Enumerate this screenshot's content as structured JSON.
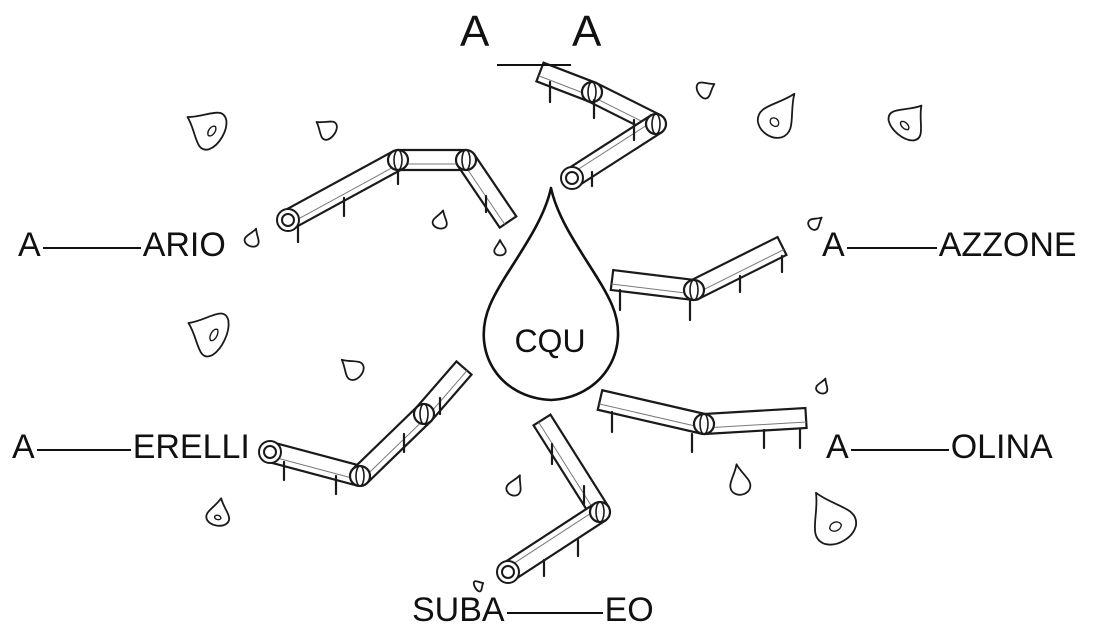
{
  "center": {
    "label": "CQU"
  },
  "top": {
    "left": "A",
    "right": "A"
  },
  "labels": {
    "upper_left": {
      "before": "A",
      "after": "ARIO"
    },
    "upper_right": {
      "before": "A",
      "after": "AZZONE"
    },
    "lower_left": {
      "before": "A",
      "after": "ERELLI"
    },
    "lower_right": {
      "before": "A",
      "after": "OLINA"
    },
    "bottom": {
      "before": "SUBA",
      "after": "EO"
    }
  },
  "colors": {
    "ink": "#111111",
    "background": "#ffffff"
  }
}
